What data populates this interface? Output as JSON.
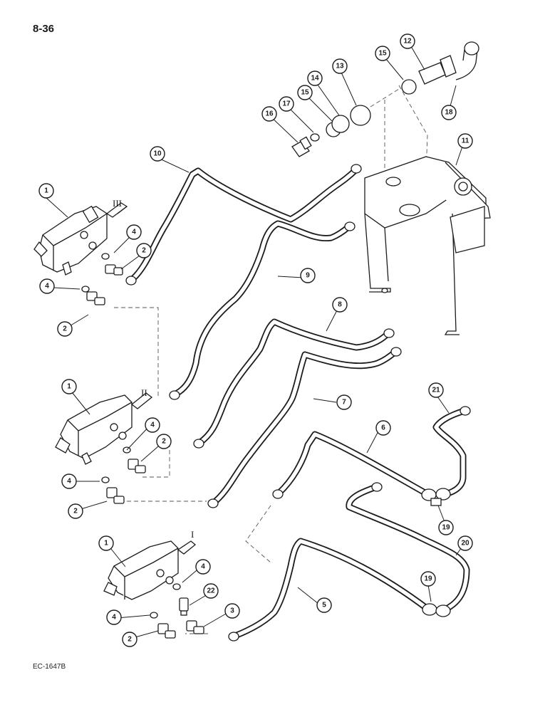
{
  "page": {
    "number": "8-36",
    "reference": "EC-1647B"
  },
  "valve_sections": [
    "III",
    "II",
    "I"
  ],
  "callouts": [
    "1",
    "1",
    "1",
    "2",
    "2",
    "2",
    "2",
    "2",
    "3",
    "4",
    "4",
    "4",
    "4",
    "4",
    "4",
    "5",
    "6",
    "7",
    "8",
    "9",
    "10",
    "11",
    "12",
    "13",
    "14",
    "15",
    "15",
    "16",
    "17",
    "18",
    "19",
    "19",
    "20",
    "21",
    "22"
  ]
}
